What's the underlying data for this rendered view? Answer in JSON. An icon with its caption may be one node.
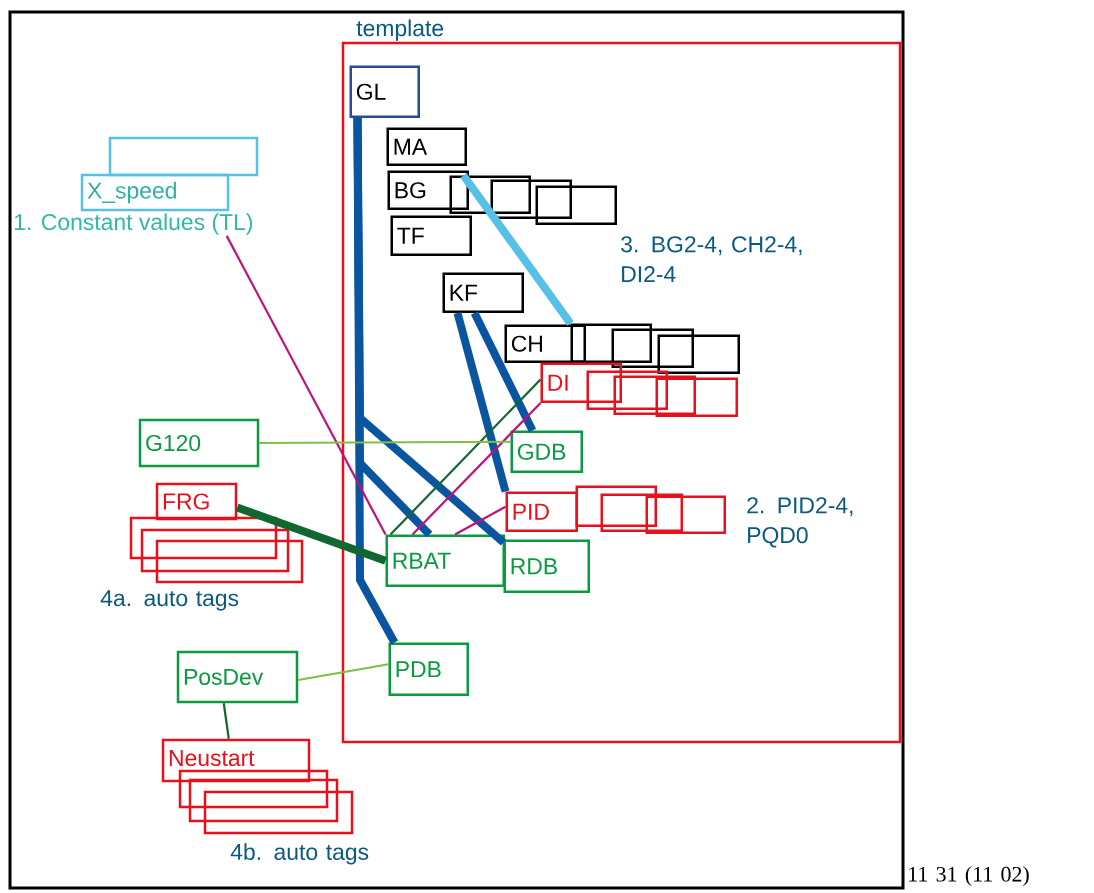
{
  "diagram": {
    "nodes": [
      {
        "text": [
          "template"
        ]
      },
      {
        "text": [
          "GL"
        ],
        "in": 0
      },
      {
        "text": [
          "MA"
        ],
        "in": 0
      },
      {
        "text": [
          "BG"
        ],
        "in": 0
      },
      {
        "text": [],
        "shape": "box",
        "in": 0
      },
      {
        "text": [],
        "shape": "box",
        "in": 0
      },
      {
        "text": [],
        "shape": "box",
        "in": 0
      },
      {
        "text": [
          "TF"
        ],
        "in": 0
      },
      {
        "text": [
          "KF"
        ],
        "in": 0
      },
      {
        "text": [
          "CH"
        ],
        "in": 0
      },
      {
        "text": [],
        "shape": "box",
        "in": 0
      },
      {
        "text": [],
        "shape": "box",
        "in": 0
      },
      {
        "text": [],
        "shape": "box",
        "in": 0
      },
      {
        "text": [
          "DI"
        ],
        "in": 0
      },
      {
        "text": [],
        "shape": "box",
        "in": 0
      },
      {
        "text": [],
        "shape": "box",
        "in": 0
      },
      {
        "text": [],
        "shape": "box",
        "in": 0
      },
      {
        "text": [
          "GDB"
        ],
        "in": 0
      },
      {
        "text": [
          "PID"
        ],
        "in": 0
      },
      {
        "text": [],
        "shape": "box",
        "in": 0
      },
      {
        "text": [],
        "shape": "box",
        "in": 0
      },
      {
        "text": [],
        "shape": "box",
        "in": 0
      },
      {
        "text": [
          "RBAT"
        ],
        "in": 0
      },
      {
        "text": [
          "RDB"
        ],
        "in": 0
      },
      {
        "text": [
          "PDB"
        ],
        "in": 0
      },
      {
        "text": [],
        "shape": "box"
      },
      {
        "text": [
          "X_speed"
        ]
      },
      {
        "text": [
          "1. Constant values (TL)"
        ]
      },
      {
        "text": [
          "G120"
        ]
      },
      {
        "text": [
          "FRG"
        ]
      },
      {
        "text": [],
        "shape": "box"
      },
      {
        "text": [],
        "shape": "box"
      },
      {
        "text": [],
        "shape": "box"
      },
      {
        "text": [
          "PosDev"
        ]
      },
      {
        "text": [
          "Neustart"
        ]
      },
      {
        "text": [],
        "shape": "box"
      },
      {
        "text": [],
        "shape": "box"
      },
      {
        "text": [],
        "shape": "box"
      }
    ],
    "edges": [
      {
        "from": 1,
        "to": 22,
        "arrow": "none",
        "style": "thick"
      },
      {
        "from": 1,
        "to": 23,
        "arrow": "none",
        "style": "thick"
      },
      {
        "from": 1,
        "to": 24,
        "arrow": "none",
        "style": "thick"
      },
      {
        "from": 8,
        "to": 18,
        "arrow": "none",
        "style": "thick"
      },
      {
        "from": 8,
        "to": 17,
        "arrow": "none",
        "style": "thick"
      },
      {
        "from": 4,
        "to": 10,
        "arrow": "none",
        "style": "thick",
        "color": "#55c0e8"
      },
      {
        "from": 27,
        "to": 22,
        "arrow": "none",
        "color": "#c0107a"
      },
      {
        "from": 13,
        "to": 22,
        "arrow": "none",
        "color": "#106830"
      },
      {
        "from": 13,
        "to": 22,
        "arrow": "none",
        "color": "#c0107a"
      },
      {
        "from": 18,
        "to": 22,
        "arrow": "none",
        "color": "#c0107a"
      },
      {
        "from": 28,
        "to": 17,
        "arrow": "none",
        "color": "#80c040"
      },
      {
        "from": 29,
        "to": 22,
        "arrow": "none",
        "style": "thick",
        "color": "#106830"
      },
      {
        "from": 33,
        "to": 24,
        "arrow": "none",
        "color": "#80c040"
      },
      {
        "from": 33,
        "to": 34,
        "arrow": "none",
        "color": "#106830"
      }
    ],
    "labels": [
      "3. BG2-4, CH2-4, DI2-4",
      "2. PID2-4, PQD0",
      "4a. auto tags",
      "4b. auto tags",
      "11 31 (11 02)"
    ]
  }
}
